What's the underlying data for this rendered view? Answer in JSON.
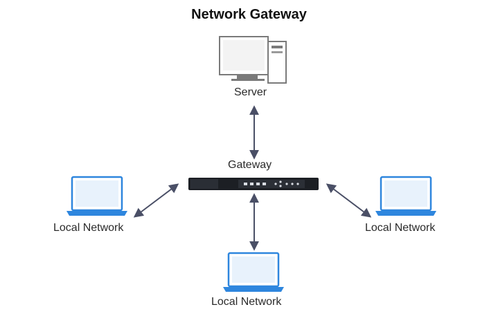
{
  "title": "Network Gateway",
  "nodes": {
    "server": {
      "label": "Server",
      "icon": "server-icon"
    },
    "gateway": {
      "label": "Gateway",
      "icon": "gateway-device-icon"
    },
    "local_left": {
      "label": "Local Network",
      "icon": "laptop-icon"
    },
    "local_right": {
      "label": "Local Network",
      "icon": "laptop-icon"
    },
    "local_bottom": {
      "label": "Local Network",
      "icon": "laptop-icon"
    }
  },
  "colors": {
    "laptop": "#2e86de",
    "laptop_fill": "#e8f2fc",
    "device": "#1c1f24",
    "arrow": "#4a4f66",
    "server_line": "#7a7a7a"
  }
}
